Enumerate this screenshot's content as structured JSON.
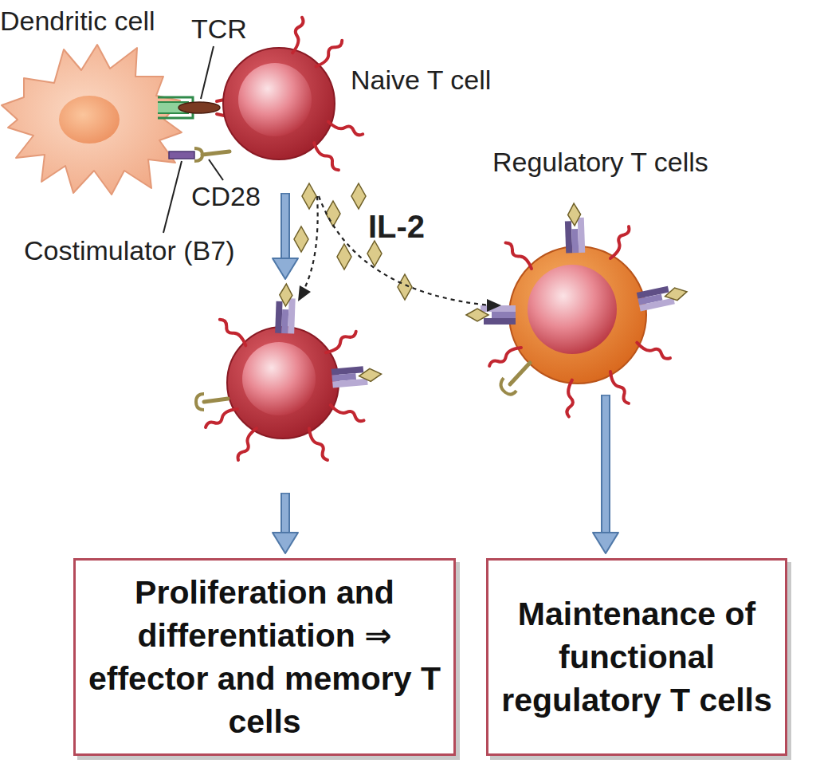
{
  "diagram": {
    "nodes": [
      {
        "text": [
          "Dendritic cell"
        ]
      },
      {
        "text": [
          "Naive T cell"
        ]
      },
      {
        "text": [
          "Regulatory T cells"
        ]
      },
      {
        "text": [
          "Proliferation and differentiation ⇒ effector and memory T cells"
        ]
      },
      {
        "text": [
          "Maintenance of functional regulatory T cells"
        ]
      }
    ],
    "edges": [
      {
        "from": 1,
        "to": 3,
        "arrow": "to"
      },
      {
        "from": 1,
        "to": 2,
        "arrow": "to"
      },
      {
        "from": 2,
        "to": 4,
        "arrow": "to"
      }
    ],
    "labels": [
      "TCR",
      "CD28",
      "Costimulator (B7)",
      "IL-2"
    ]
  }
}
